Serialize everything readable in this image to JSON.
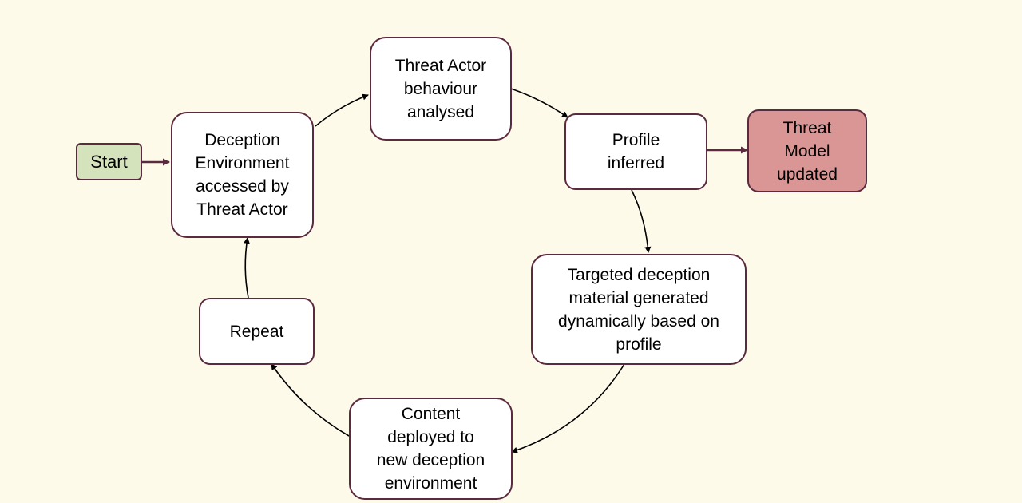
{
  "diagram": {
    "background_color": "#fefaea",
    "border_color": "#5a2a3e",
    "nodes": {
      "start": {
        "label": "Start",
        "fill": "#d5e3bd"
      },
      "accessed": {
        "label": "Deception\nEnvironment\naccessed by\nThreat Actor",
        "fill": "#ffffff"
      },
      "analysed": {
        "label": "Threat Actor\nbehaviour\nanalysed",
        "fill": "#ffffff"
      },
      "profile": {
        "label": "Profile\ninferred",
        "fill": "#ffffff"
      },
      "threat_model": {
        "label": "Threat\nModel\nupdated",
        "fill": "#d99694"
      },
      "targeted": {
        "label": "Targeted deception\nmaterial generated\ndynamically based on\nprofile",
        "fill": "#ffffff"
      },
      "content": {
        "label": "Content\ndeployed to\nnew deception\nenvironment",
        "fill": "#ffffff"
      },
      "repeat": {
        "label": "Repeat",
        "fill": "#ffffff"
      }
    },
    "edges": [
      {
        "from": "start",
        "to": "accessed"
      },
      {
        "from": "accessed",
        "to": "analysed"
      },
      {
        "from": "analysed",
        "to": "profile"
      },
      {
        "from": "profile",
        "to": "threat_model"
      },
      {
        "from": "profile",
        "to": "targeted"
      },
      {
        "from": "targeted",
        "to": "content"
      },
      {
        "from": "content",
        "to": "repeat"
      },
      {
        "from": "repeat",
        "to": "accessed"
      }
    ]
  }
}
